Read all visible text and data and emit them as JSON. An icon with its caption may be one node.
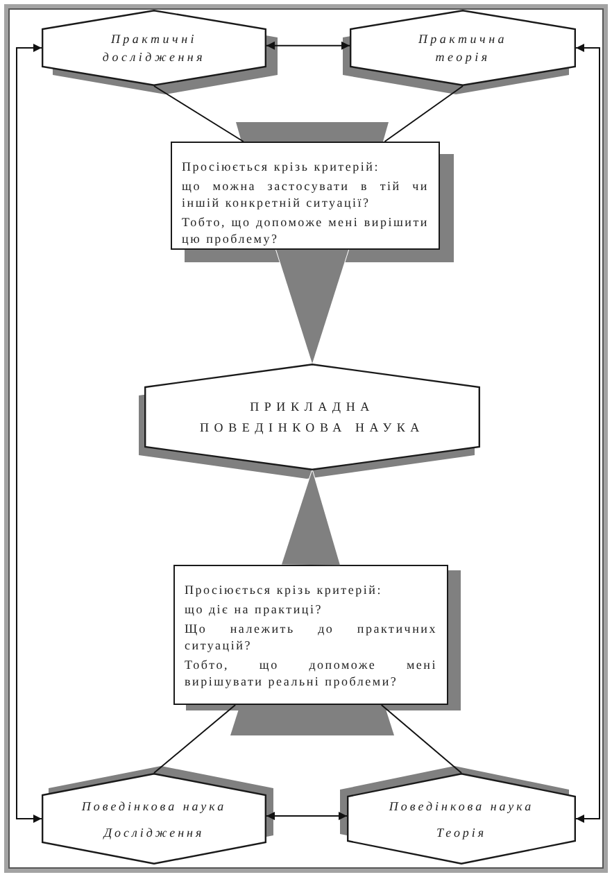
{
  "diagram": {
    "nodes": [
      {
        "text": [
          "Практичні дослідження"
        ]
      },
      {
        "text": [
          "Практична теорія"
        ]
      },
      {
        "text": [],
        "shape": "trapezoid"
      },
      {
        "text": [
          "Просіюється крізь критерій:",
          "що можна застосувати в тій чи іншій конкретній ситуації?",
          "Тобто, що допоможе мені вирішити цю проблему?"
        ]
      },
      {
        "text": [
          "ПРИКЛАДНА ПОВЕДІНКОВА НАУКА"
        ]
      },
      {
        "text": [
          "Просіюється крізь критерій:",
          "що діє на практиці?",
          "Що належить до практичних ситуацій?",
          "Тобто, що допоможе мені вирішувати реальні проблеми?"
        ]
      },
      {
        "text": [],
        "shape": "trapezoid"
      },
      {
        "text": [
          "Поведінкова наука",
          "Дослідження"
        ]
      },
      {
        "text": [
          "Поведінкова наука",
          "Теорія"
        ]
      }
    ],
    "edges": [
      {
        "from": 0,
        "to": 1,
        "arrow": "both"
      },
      {
        "from": 0,
        "to": 7,
        "arrow": "both"
      },
      {
        "from": 1,
        "to": 8,
        "arrow": "both"
      },
      {
        "from": 0,
        "to": 3,
        "arrow": "none"
      },
      {
        "from": 1,
        "to": 3,
        "arrow": "none"
      },
      {
        "from": 3,
        "to": 4,
        "arrow": "to",
        "style": "thick",
        "color": "#808080"
      },
      {
        "from": 5,
        "to": 4,
        "arrow": "to",
        "style": "thick",
        "color": "#808080"
      },
      {
        "from": 7,
        "to": 5,
        "arrow": "none"
      },
      {
        "from": 8,
        "to": 5,
        "arrow": "none"
      },
      {
        "from": 7,
        "to": 8,
        "arrow": "both"
      }
    ]
  }
}
